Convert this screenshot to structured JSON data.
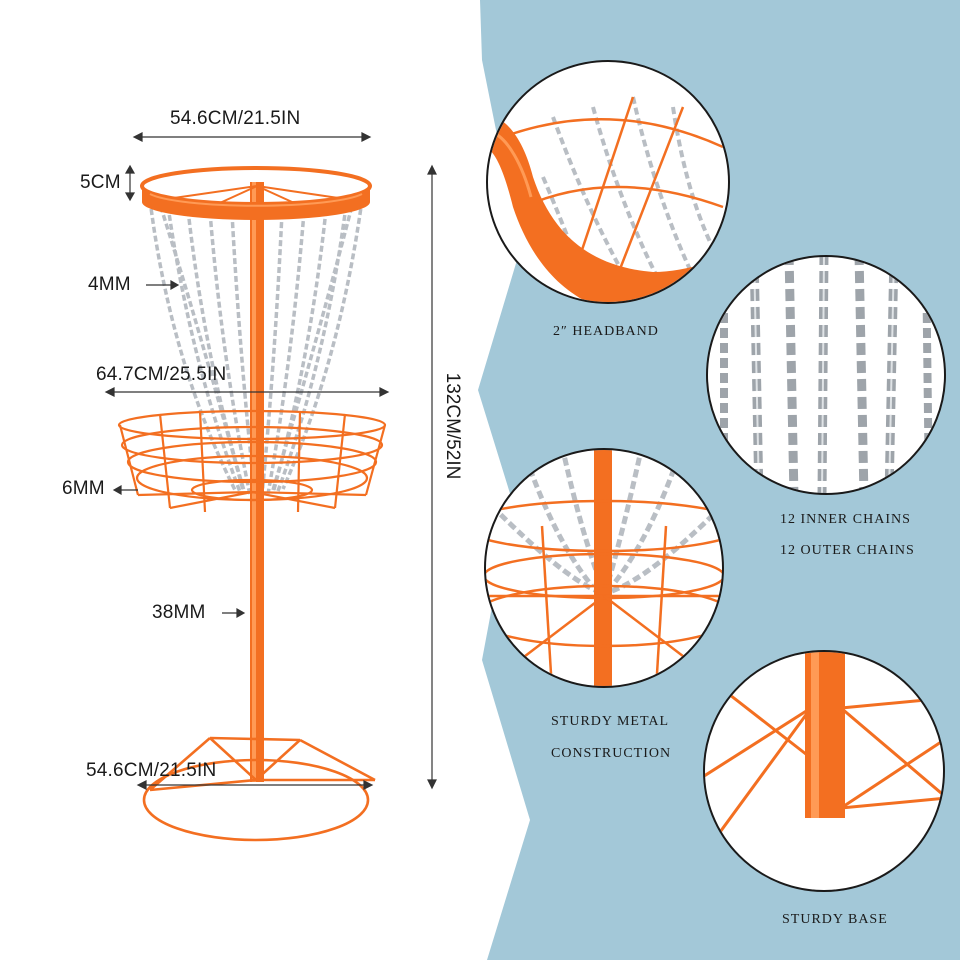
{
  "colors": {
    "background_panel": "#a3c8d8",
    "basket_orange": "#f36f21",
    "chain_silver": "#b9bec4",
    "text": "#1a1a1a"
  },
  "dimensions": {
    "top_width": "54.6CM/21.5IN",
    "band_height": "5CM",
    "chain_size": "4MM",
    "basket_width": "64.7CM/25.5IN",
    "basket_wire": "6MM",
    "pole_diameter": "38MM",
    "base_width": "54.6CM/21.5IN",
    "total_height": "132CM/52IN"
  },
  "features": [
    {
      "caption": "2″ HEADBAND",
      "icon": "headband-closeup"
    },
    {
      "caption_line1": "12 INNER CHAINS",
      "caption_line2": "12 OUTER CHAINS",
      "icon": "chains-closeup"
    },
    {
      "caption_line1": "STURDY METAL",
      "caption_line2": "CONSTRUCTION",
      "icon": "basket-closeup"
    },
    {
      "caption": "STURDY BASE",
      "icon": "base-closeup"
    }
  ]
}
